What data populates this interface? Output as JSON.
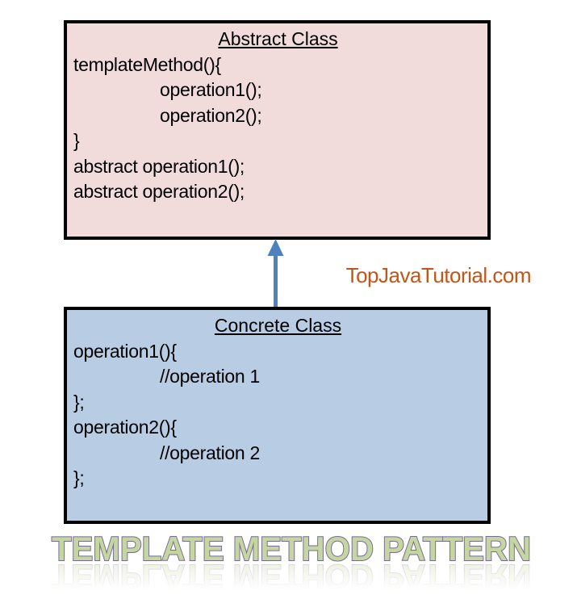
{
  "abstract_class": {
    "title": "Abstract Class",
    "lines": [
      "templateMethod(){",
      "operation1();",
      "operation2();",
      "}",
      "abstract operation1();",
      "abstract operation2();"
    ]
  },
  "concrete_class": {
    "title": "Concrete Class",
    "lines": [
      "operation1(){",
      "//operation 1",
      "};",
      "operation2(){",
      "//operation 2",
      "};"
    ]
  },
  "arrow": {
    "direction": "up",
    "meaning": "concrete-class-extends-abstract-class",
    "color": "#4F81BD"
  },
  "watermark": {
    "text": "TopJavaTutorial.com",
    "color": "#C0571A"
  },
  "caption": {
    "text": "TEMPLATE METHOD PATTERN",
    "fill": "#C6D6A0",
    "outline": "#75689A"
  },
  "colors": {
    "abstract_box_fill": "#F2DCDB",
    "concrete_box_fill": "#B8CCE4",
    "box_border": "#000000",
    "background": "#FFFFFF"
  }
}
